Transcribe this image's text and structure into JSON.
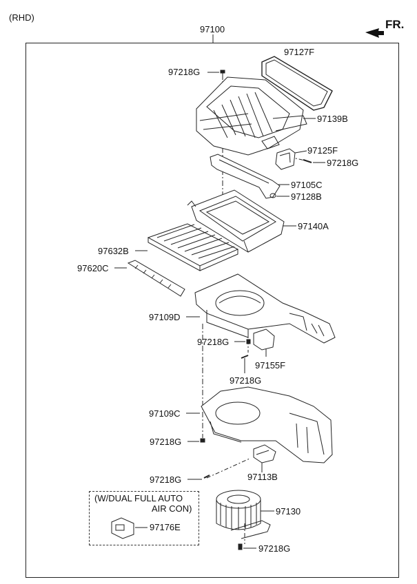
{
  "variant": "(RHD)",
  "assembly": "97100",
  "direction": "FR.",
  "note": {
    "line1": "(W/DUAL FULL AUTO",
    "line2": "AIR CON)"
  },
  "parts": {
    "p97127F": "97127F",
    "p97218G_a": "97218G",
    "p97139B": "97139B",
    "p97125F": "97125F",
    "p97218G_b": "97218G",
    "p97105C": "97105C",
    "p97128B": "97128B",
    "p97140A": "97140A",
    "p97632B": "97632B",
    "p97620C": "97620C",
    "p97109D": "97109D",
    "p97218G_c": "97218G",
    "p97155F": "97155F",
    "p97218G_d": "97218G",
    "p97109C": "97109C",
    "p97218G_e": "97218G",
    "p97218G_f": "97218G",
    "p97113B": "97113B",
    "p97130": "97130",
    "p97176E": "97176E",
    "p97218G_g": "97218G"
  }
}
